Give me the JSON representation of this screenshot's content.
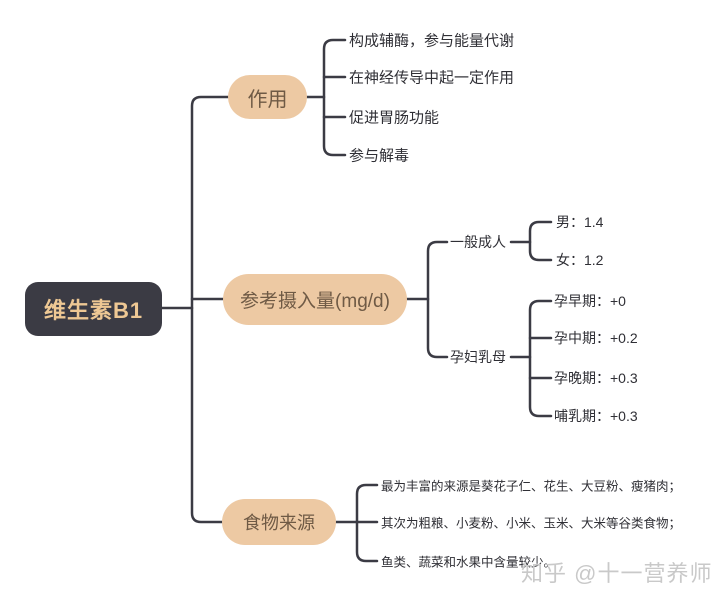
{
  "root": {
    "label": "维生素B1"
  },
  "branches": [
    {
      "label": "作用",
      "children": [
        {
          "label": "构成辅酶，参与能量代谢"
        },
        {
          "label": "在神经传导中起一定作用"
        },
        {
          "label": "促进胃肠功能"
        },
        {
          "label": "参与解毒"
        }
      ]
    },
    {
      "label": "参考摄入量(mg/d)",
      "children": [
        {
          "label": "一般成人",
          "children": [
            {
              "label": "男：1.4"
            },
            {
              "label": "女：1.2"
            }
          ]
        },
        {
          "label": "孕妇乳母",
          "children": [
            {
              "label": "孕早期：+0"
            },
            {
              "label": "孕中期：+0.2"
            },
            {
              "label": "孕晚期：+0.3"
            },
            {
              "label": "哺乳期：+0.3"
            }
          ]
        }
      ]
    },
    {
      "label": "食物来源",
      "children": [
        {
          "label": "最为丰富的来源是葵花子仁、花生、大豆粉、瘦猪肉；"
        },
        {
          "label": "其次为粗粮、小麦粉、小米、玉米、大米等谷类食物；"
        },
        {
          "label": "鱼类、蔬菜和水果中含量较少。"
        }
      ]
    }
  ],
  "watermark": "知乎 @十一营养师",
  "colors": {
    "root_bg": "#3b3b44",
    "root_text": "#eec894",
    "branch_bg": "#edc9a3",
    "branch_text": "#6f5a45",
    "line": "#3b3b44",
    "leaf_text": "#2f2f35",
    "watermark": "#c9c9c9"
  }
}
